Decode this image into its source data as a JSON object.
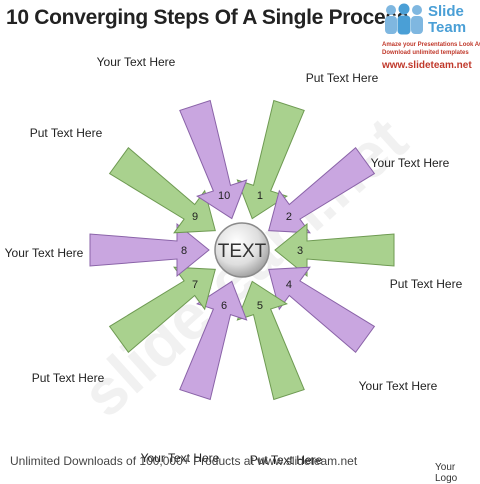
{
  "title": "10 Converging Steps Of A Single Process",
  "brand": {
    "name_line1": "Slide",
    "name_line2": "Team",
    "tagline1": "Amaze your Presentations Look Awesome",
    "tagline2": "Download unlimited templates",
    "url": "www.slideteam.net"
  },
  "center_text": "TEXT",
  "colors": {
    "purple": "#c9a6e0",
    "purple_edge": "#8a63a8",
    "green": "#a9d18e",
    "green_edge": "#6e9a52"
  },
  "steps": [
    {
      "num": "1",
      "color": "green",
      "label": "Put Text Here"
    },
    {
      "num": "2",
      "color": "purple",
      "label": "Your Text Here"
    },
    {
      "num": "3",
      "color": "green",
      "label": "Put Text Here"
    },
    {
      "num": "4",
      "color": "purple",
      "label": "Your Text Here"
    },
    {
      "num": "5",
      "color": "green",
      "label": "Put Text Here"
    },
    {
      "num": "6",
      "color": "purple",
      "label": "Your Text Here"
    },
    {
      "num": "7",
      "color": "green",
      "label": "Put Text Here"
    },
    {
      "num": "8",
      "color": "purple",
      "label": "Your Text Here"
    },
    {
      "num": "9",
      "color": "green",
      "label": "Put Text Here"
    },
    {
      "num": "10",
      "color": "purple",
      "label": "Your Text Here"
    }
  ],
  "watermark": "slideteam.net",
  "footer": {
    "left": "Unlimited Downloads of 100,000+ Products at www.slideteam.net",
    "logo": "Your Logo"
  }
}
